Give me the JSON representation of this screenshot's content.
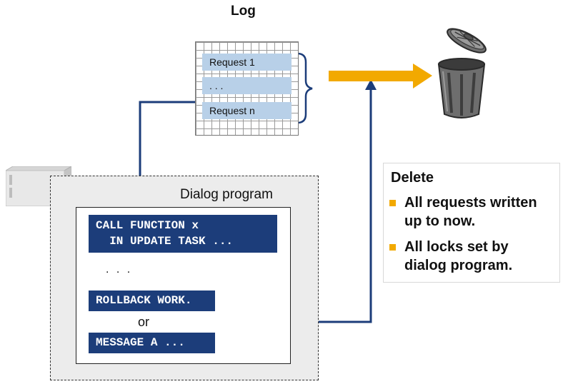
{
  "log": {
    "title": "Log",
    "requests": [
      "Request 1",
      ". . .",
      "Request n"
    ]
  },
  "dialog": {
    "title": "Dialog program",
    "code_call_line1": "CALL FUNCTION x",
    "code_call_line2": "  IN UPDATE TASK ...",
    "dots": ". . .",
    "code_rollback": "ROLLBACK WORK.",
    "or": "or",
    "code_message": "MESSAGE A ..."
  },
  "delete_box": {
    "title": "Delete",
    "items": [
      {
        "line1": "All requests written",
        "line2": "up to now."
      },
      {
        "line1": "All locks set by",
        "line2": "dialog program."
      }
    ]
  },
  "colors": {
    "arrow_orange": "#f2a900",
    "line_navy": "#1c3d7a",
    "code_bg": "#1c3d7a",
    "request_bg": "#b8d0e8"
  },
  "icons": [
    "computer-icon",
    "trash-can-icon"
  ]
}
